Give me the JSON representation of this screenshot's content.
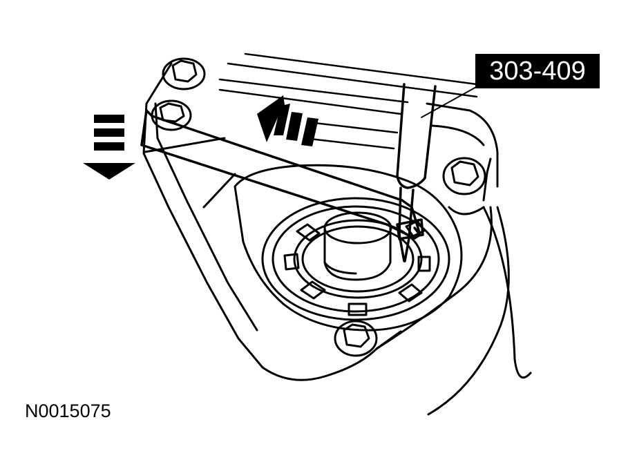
{
  "illustration": {
    "tool_number": "303-409",
    "figure_id": "N0015075",
    "arrows": [
      {
        "name": "press-down-arrow",
        "direction": "down"
      },
      {
        "name": "pry-left-arrow",
        "direction": "up-left"
      }
    ],
    "colors": {
      "line": "#000000",
      "background": "#ffffff",
      "label_bg": "#000000",
      "label_text": "#ffffff"
    }
  }
}
